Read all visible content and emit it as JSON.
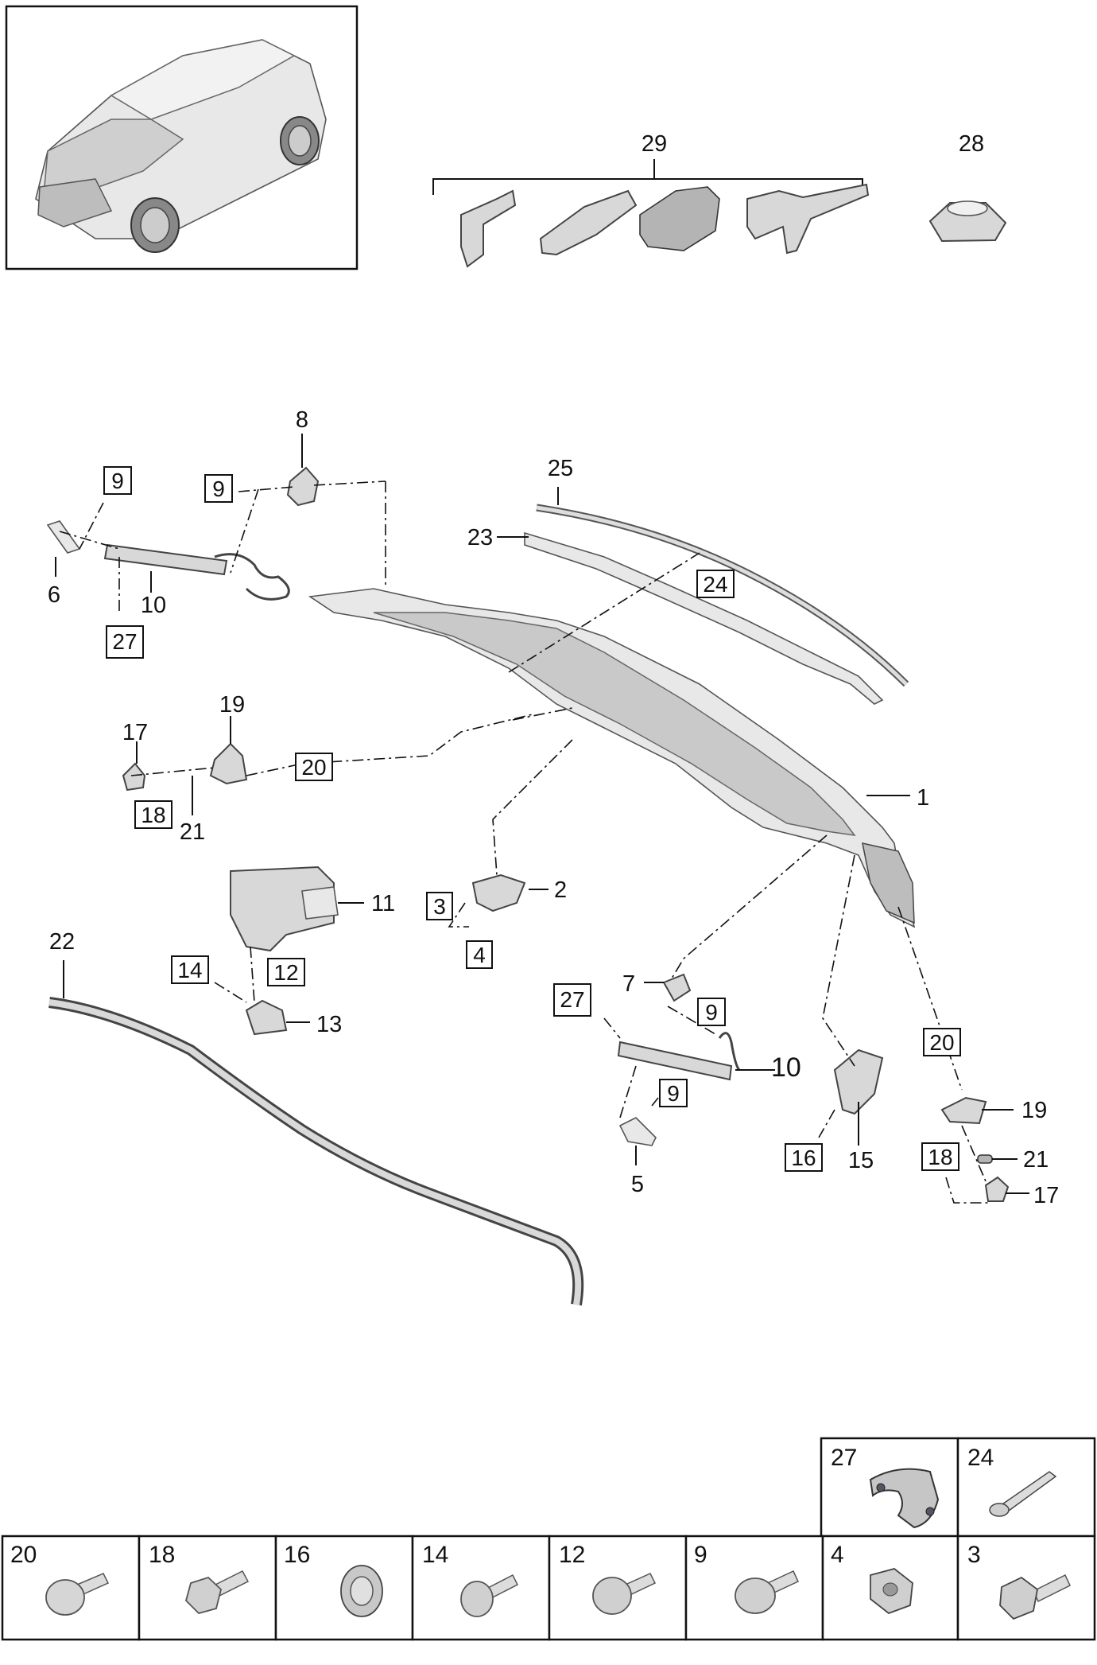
{
  "callouts": {
    "c1": "1",
    "c2": "2",
    "c3": "3",
    "c4": "4",
    "c5": "5",
    "c6": "6",
    "c7": "7",
    "c8": "8",
    "c9a": "9",
    "c9b": "9",
    "c9c": "9",
    "c9d": "9",
    "c10a": "10",
    "c10b": "10",
    "c11": "11",
    "c12": "12",
    "c13": "13",
    "c14": "14",
    "c15": "15",
    "c16": "16",
    "c17a": "17",
    "c17b": "17",
    "c18a": "18",
    "c18b": "18",
    "c19a": "19",
    "c19b": "19",
    "c20a": "20",
    "c20b": "20",
    "c21a": "21",
    "c21b": "21",
    "c22": "22",
    "c23": "23",
    "c24": "24",
    "c25": "25",
    "c27a": "27",
    "c27b": "27",
    "c28": "28",
    "c29": "29"
  },
  "fastener_table": {
    "top_row": [
      {
        "label": "27",
        "icon": "bracket-clip-icon"
      },
      {
        "label": "24",
        "icon": "rivet-icon"
      }
    ],
    "bottom_row": [
      {
        "label": "20",
        "icon": "bolt-icon"
      },
      {
        "label": "18",
        "icon": "bolt-icon"
      },
      {
        "label": "16",
        "icon": "grommet-nut-icon"
      },
      {
        "label": "14",
        "icon": "bolt-icon"
      },
      {
        "label": "12",
        "icon": "bolt-icon"
      },
      {
        "label": "9",
        "icon": "bolt-icon"
      },
      {
        "label": "4",
        "icon": "hex-nut-icon"
      },
      {
        "label": "3",
        "icon": "hex-bolt-icon"
      }
    ]
  }
}
